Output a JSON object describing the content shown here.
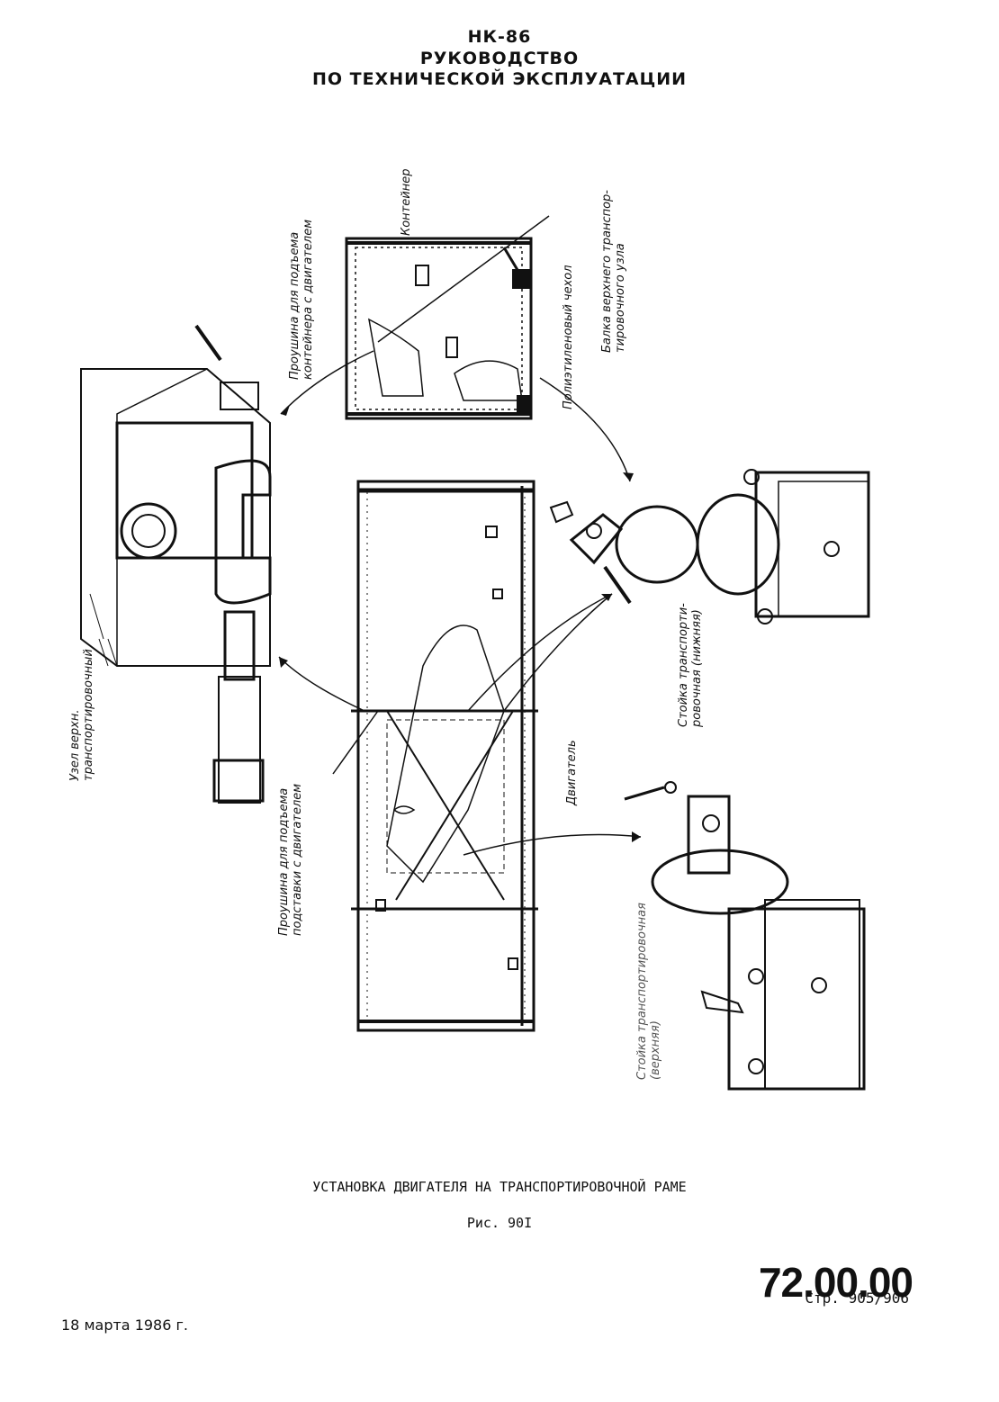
{
  "header": {
    "model": "НК-86",
    "title_line1": "РУКОВОДСТВО",
    "title_line2": "ПО ТЕХНИЧЕСКОЙ ЭКСПЛУАТАЦИИ"
  },
  "figure": {
    "labels": {
      "container": "Контейнер",
      "lift_lug_container_1": "Проушина для подъема",
      "lift_lug_container_2": "контейнера с двигателем",
      "beam_upper_1": "Балка верхнего транспор-",
      "beam_upper_2": "тировочного узла",
      "poly_cover": "Полиэтиленовый чехол",
      "upper_node_1": "Узел верхн.",
      "upper_node_2": "транспортировочный",
      "lift_lug_stand_1": "Проушина для подъема",
      "lift_lug_stand_2": "подставки с двигателем",
      "engine": "Двигатель",
      "post_lower_1": "Стойка транспорти-",
      "post_lower_2": "ровочная (нижняя)",
      "post_2_1": "Стойка транспортировочная",
      "post_2_2": "(верхняя)"
    }
  },
  "caption": "УСТАНОВКА ДВИГАТЕЛЯ НА ТРАНСПОРТИРОВОЧНОЙ РАМЕ",
  "figure_number": "Рис. 90I",
  "doc_number": "72.00.00",
  "date": "18 марта 1986 г.",
  "page": "Стр. 905/906"
}
